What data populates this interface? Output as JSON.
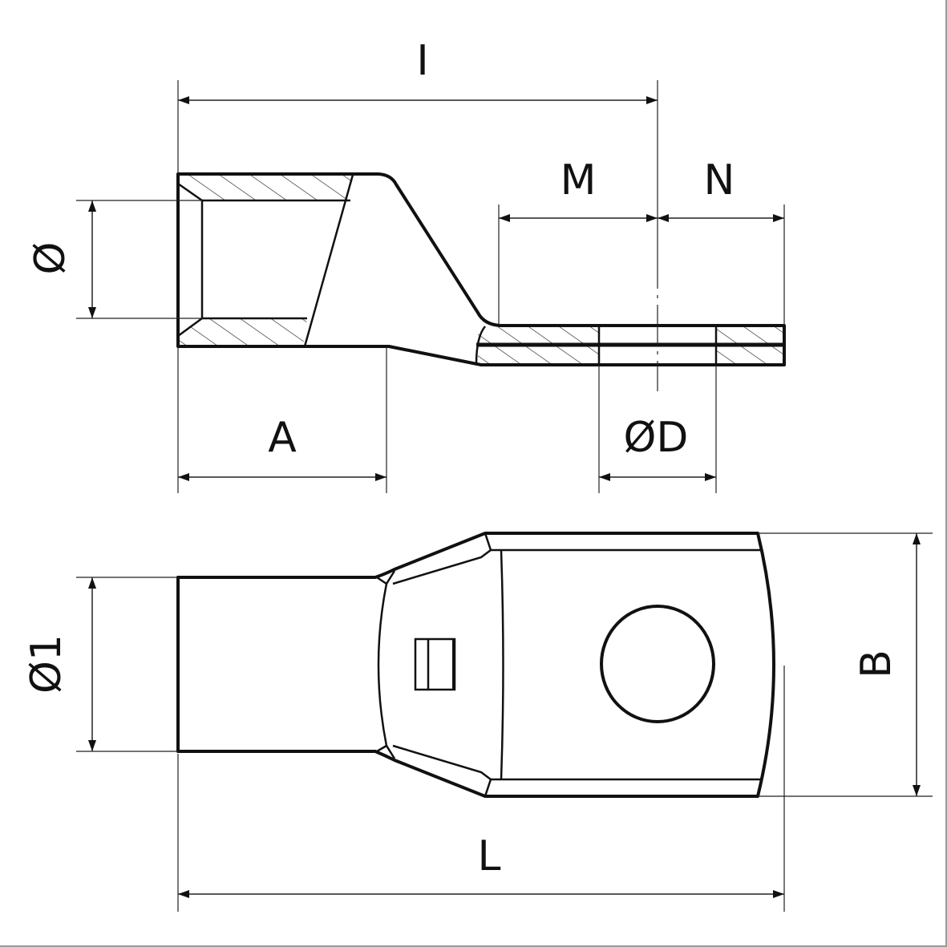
{
  "diagram": {
    "labels": {
      "I": "I",
      "M": "M",
      "N": "N",
      "diameter": "Ø",
      "A": "A",
      "D": "ØD",
      "diameter1": "Ø1",
      "B": "B",
      "L": "L"
    },
    "colors": {
      "line": "#111111",
      "background": "#ffffff"
    }
  }
}
